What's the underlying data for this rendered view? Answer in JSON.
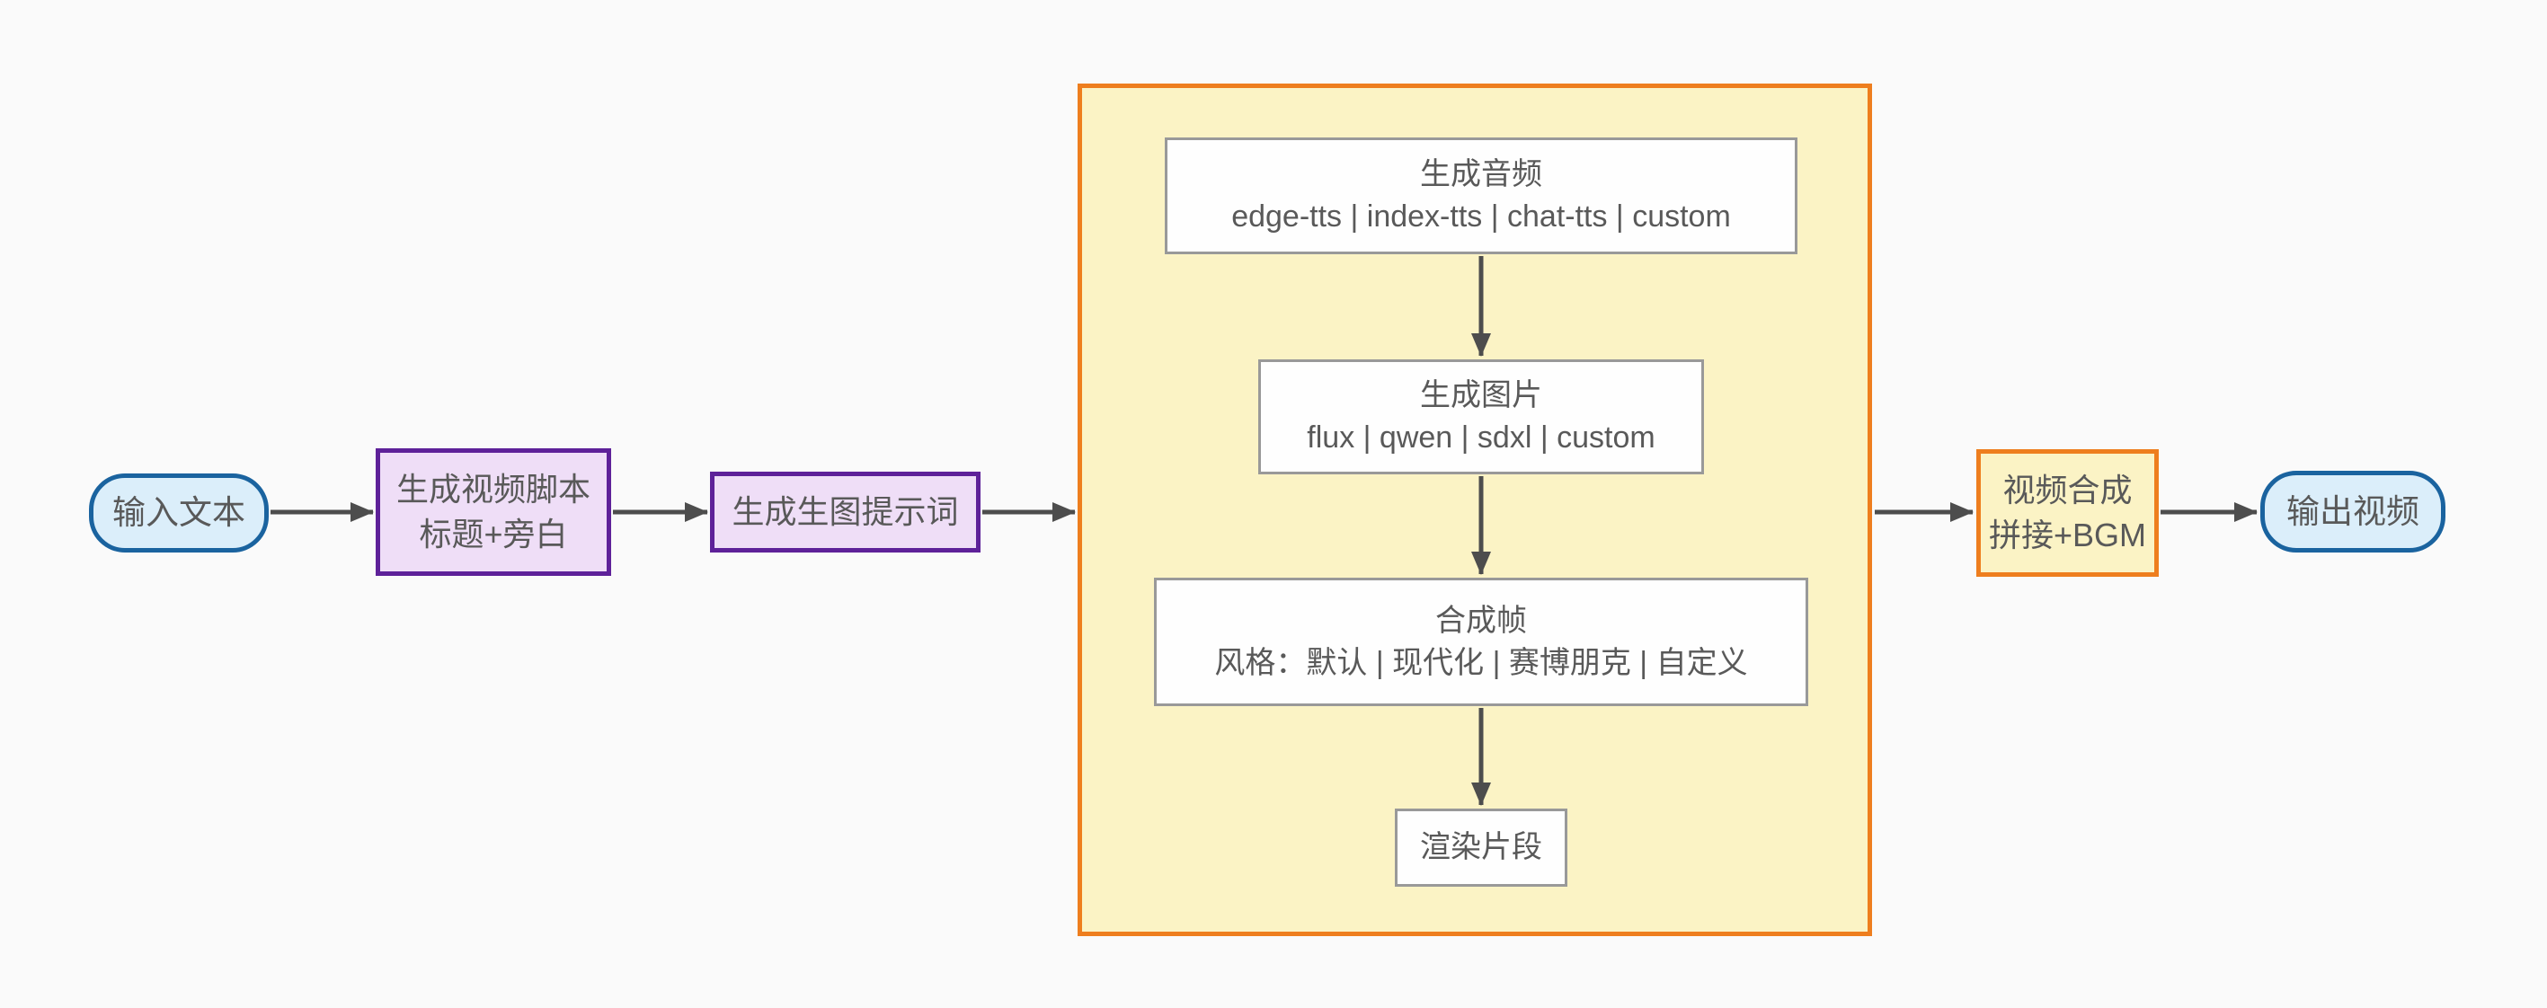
{
  "diagram": {
    "nodes": {
      "input_text": {
        "label": "输入文本"
      },
      "gen_script": {
        "line1": "生成视频脚本",
        "line2": "标题+旁白"
      },
      "gen_prompt": {
        "label": "生成生图提示词"
      },
      "gen_audio": {
        "line1": "生成音频",
        "line2": "edge-tts | index-tts | chat-tts | custom"
      },
      "gen_image": {
        "line1": "生成图片",
        "line2": "flux | qwen | sdxl | custom"
      },
      "compose_frame": {
        "line1": "合成帧",
        "line2": "风格：默认 | 现代化 | 赛博朋克 | 自定义"
      },
      "render_clip": {
        "label": "渲染片段"
      },
      "video_compose": {
        "line1": "视频合成",
        "line2": "拼接+BGM"
      },
      "output_video": {
        "label": "输出视频"
      }
    },
    "colors": {
      "canvas_bg": "#fafafa",
      "stadium_fill": "#dbeefa",
      "stadium_border": "#1a639f",
      "purple_fill": "#efdef7",
      "purple_border": "#5e2199",
      "yellow_fill": "#fbf3c5",
      "orange_border": "#ee7e1e",
      "white_box_fill": "#fefefe",
      "white_box_border": "#999999",
      "arrow": "#4d4d4d",
      "text": "#595959"
    }
  }
}
